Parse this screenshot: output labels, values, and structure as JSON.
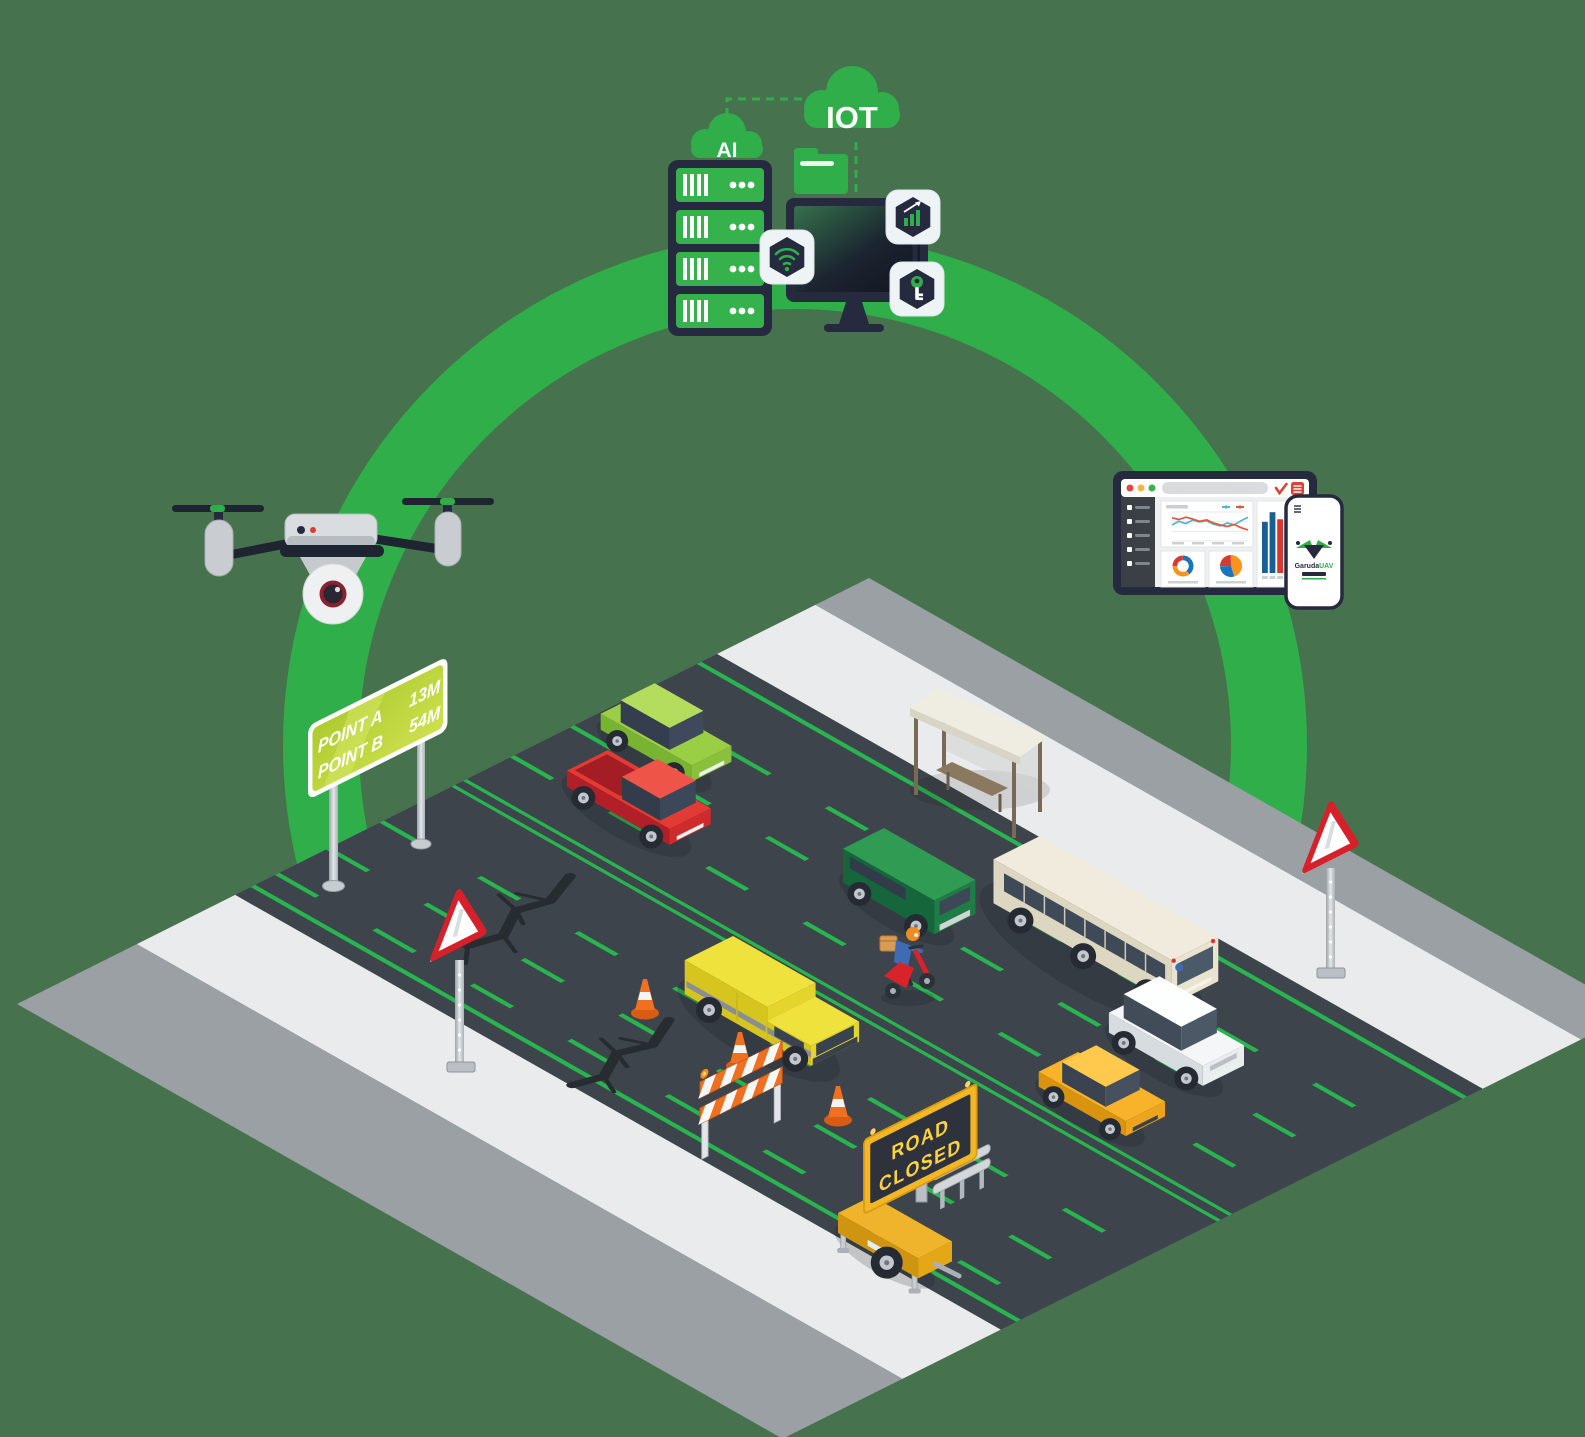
{
  "clouds": {
    "ai": "AI",
    "iot": "IOT"
  },
  "distance_sign": {
    "rows": [
      {
        "label": "POINT A",
        "value": "13M"
      },
      {
        "label": "POINT B",
        "value": "54M"
      }
    ]
  },
  "road_closed_sign": {
    "line1": "ROAD",
    "line2": "CLOSED"
  },
  "phone": {
    "brand_dark": "Garuda",
    "brand_green": "UAV"
  },
  "icons": {
    "server_cluster": "server-rack-icon",
    "folder": "folder-icon",
    "monitor": "desktop-monitor-icon",
    "card_left": "wifi-icon",
    "card_top_right": "bar-chart-growth-icon",
    "card_bottom_right": "key-icon",
    "browser_action_1": "checkmark-icon",
    "browser_action_2": "menu-grid-icon",
    "phone_menu": "hamburger-icon",
    "phone_logo": "drone-logo-icon",
    "drone": "surveillance-drone",
    "warning_signs": "yield-triangle-sign",
    "work_zone": [
      "traffic-cone",
      "striped-barricade",
      "road-cracks",
      "guardrail"
    ]
  },
  "palette": {
    "background": "#47724e",
    "ring": "#2fae4a",
    "road": "#3e444b",
    "sidewalk": "#e9ebec",
    "curb": "#9aa0a4",
    "lane_marking": "#28b44e",
    "navy": "#262a3f",
    "card_bg": "#eef4f6",
    "bright_green": "#2fae4a",
    "sign_red": "#d6212b",
    "cone_orange": "#f07022",
    "trailer_yellow": "#f0b42c",
    "vms_text_yellow": "#ffd23f",
    "distance_sign_green": "#bad335",
    "hatchback_green": "#9ace45",
    "pickup_red": "#e23b33",
    "cargo_van_yellow": "#f0e23c",
    "minivan_green": "#2f9b53",
    "bus_cream": "#f0ebdc",
    "suv_white": "#f4f6f7",
    "sedan_yellow": "#f9b32a",
    "scooter_red": "#d8232a"
  },
  "dashboard": {
    "line_chart": {
      "type": "line",
      "series": [
        {
          "name": "series-blue",
          "color": "#4fb3dd",
          "values": [
            55,
            68,
            60,
            72,
            66,
            70,
            58,
            52,
            62,
            56,
            70,
            82
          ]
        },
        {
          "name": "series-red",
          "color": "#e2573d",
          "values": [
            80,
            74,
            82,
            76,
            68,
            73,
            62,
            55,
            50,
            57,
            46,
            38
          ]
        }
      ]
    },
    "donut_chart": {
      "type": "pie",
      "segments": [
        {
          "color": "#1b75bc",
          "value": 40
        },
        {
          "color": "#f7941e",
          "value": 35
        },
        {
          "color": "#da3832",
          "value": 25
        }
      ],
      "inner_radius_ratio": 0.55
    },
    "pie_chart": {
      "type": "pie",
      "segments": [
        {
          "color": "#f7941e",
          "value": 45
        },
        {
          "color": "#1b75bc",
          "value": 30
        },
        {
          "color": "#da3832",
          "value": 25
        }
      ]
    },
    "bar_chart": {
      "type": "bar",
      "bars": [
        {
          "color": "#1a5e92",
          "value": 80
        },
        {
          "color": "#1a5e92",
          "value": 95
        },
        {
          "color": "#d7372f",
          "value": 84
        },
        {
          "color": "#d7372f",
          "value": 80
        },
        {
          "color": "#ef8f1f",
          "value": 76
        },
        {
          "color": "#ef8f1f",
          "value": 70
        }
      ]
    }
  }
}
